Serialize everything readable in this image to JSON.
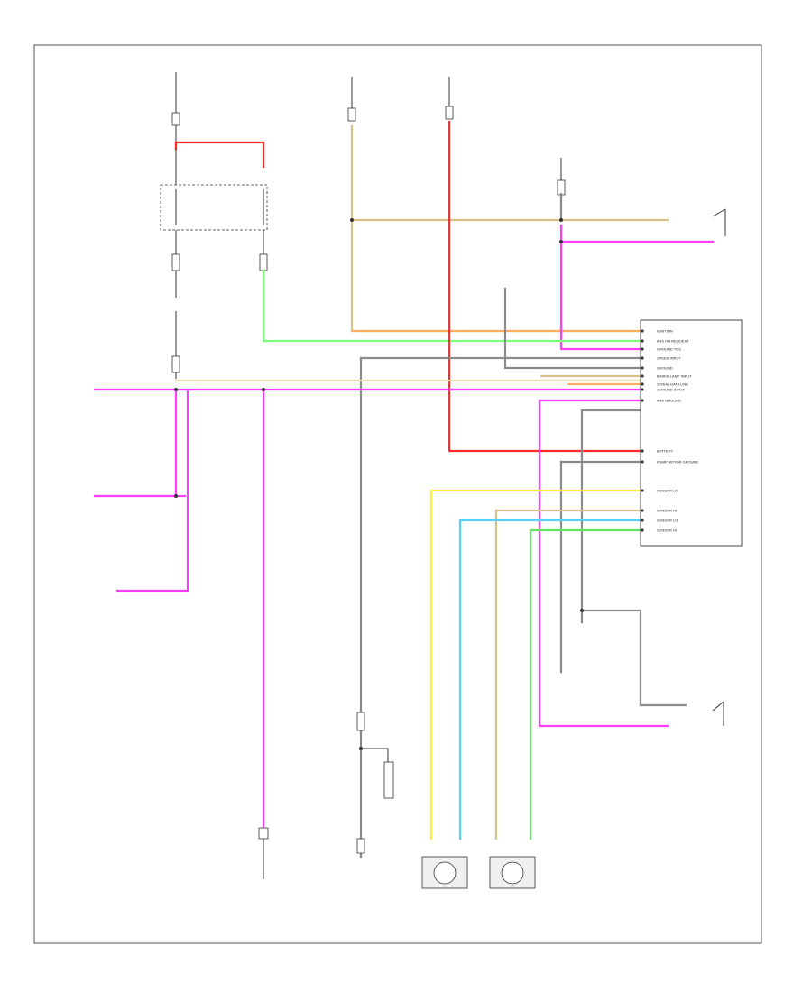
{
  "colors": {
    "red": "#ff2a2a",
    "pink": "#ff3cff",
    "orange": "#ffb060",
    "tan": "#d8c28a",
    "yellow": "#ffef3a",
    "green": "#66e066",
    "lightgreen": "#7dff7d",
    "blue": "#56d0ff",
    "black": "#222222",
    "gray": "#8a8a8a"
  },
  "module": {
    "pins": [
      "IGNITION",
      "ABS ON REQUEST",
      "GROUND TCS",
      "SPEED INPUT",
      "GROUND",
      "BRAKE LAMP INPUT",
      "SERIAL DATA LINE",
      "GROUND INPUT",
      "ABS GROUND",
      "BATTERY",
      "PUMP MOTOR GROUND",
      "SENSOR LO",
      "SENSOR HI",
      "SENSOR LO",
      "SENSOR HI"
    ]
  }
}
